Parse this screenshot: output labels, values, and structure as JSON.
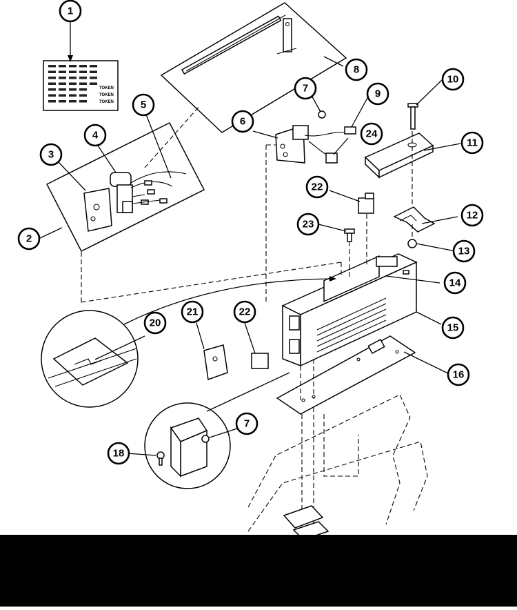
{
  "callouts": [
    {
      "id": "c1",
      "num": "1"
    },
    {
      "id": "c2",
      "num": "2"
    },
    {
      "id": "c3",
      "num": "3"
    },
    {
      "id": "c4",
      "num": "4"
    },
    {
      "id": "c5",
      "num": "5"
    },
    {
      "id": "c6",
      "num": "6"
    },
    {
      "id": "c7a",
      "num": "7"
    },
    {
      "id": "c7b",
      "num": "7"
    },
    {
      "id": "c8",
      "num": "8"
    },
    {
      "id": "c9",
      "num": "9"
    },
    {
      "id": "c10",
      "num": "10"
    },
    {
      "id": "c11",
      "num": "11"
    },
    {
      "id": "c12",
      "num": "12"
    },
    {
      "id": "c13",
      "num": "13"
    },
    {
      "id": "c14",
      "num": "14"
    },
    {
      "id": "c15",
      "num": "15"
    },
    {
      "id": "c16",
      "num": "16"
    },
    {
      "id": "c18",
      "num": "18"
    },
    {
      "id": "c20",
      "num": "20"
    },
    {
      "id": "c21",
      "num": "21"
    },
    {
      "id": "c22a",
      "num": "22"
    },
    {
      "id": "c22b",
      "num": "22"
    },
    {
      "id": "c23",
      "num": "23"
    },
    {
      "id": "c24",
      "num": "24"
    }
  ],
  "decal": {
    "token_labels": [
      "TOKEN",
      "TOKEN",
      "TOKEN"
    ]
  }
}
